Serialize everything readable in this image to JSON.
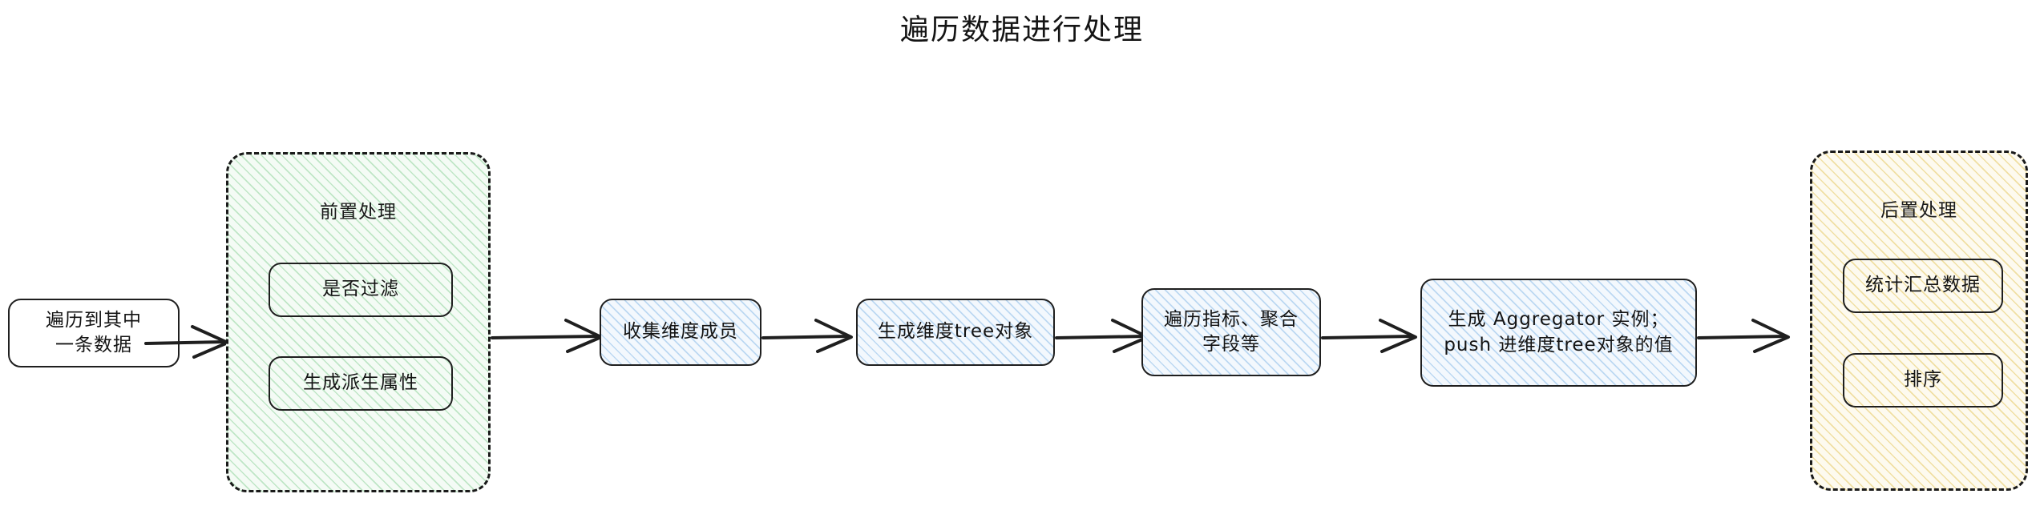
{
  "title": "遍历数据进行处理",
  "colors": {
    "stroke": "#1f1f1f",
    "green_hatch": "#bfe6c6",
    "green_fill": "#f4fbf5",
    "blue_hatch": "#bcd8f2",
    "blue_fill": "#f3f8fd",
    "yellow_hatch": "#f0dfa3",
    "yellow_fill": "#fdfaef",
    "background": "#ffffff"
  },
  "nodes": {
    "start": {
      "line1": "遍历到其中",
      "line2": "一条数据"
    },
    "collect_members": {
      "label": "收集维度成员"
    },
    "build_tree": {
      "label": "生成维度tree对象"
    },
    "iterate_metrics": {
      "line1": "遍历指标、聚合",
      "line2": "字段等"
    },
    "aggregator": {
      "line1": "生成 Aggregator 实例；",
      "line2": "push 进维度tree对象的值"
    }
  },
  "groups": {
    "pre": {
      "label": "前置处理",
      "items": [
        {
          "label": "是否过滤"
        },
        {
          "label": "生成派生属性"
        }
      ]
    },
    "post": {
      "label": "后置处理",
      "items": [
        {
          "label": "统计汇总数据"
        },
        {
          "label": "排序"
        }
      ]
    }
  },
  "arrows": [
    {
      "name": "arrow-start-to-pre"
    },
    {
      "name": "arrow-pre-to-collect"
    },
    {
      "name": "arrow-collect-to-tree"
    },
    {
      "name": "arrow-tree-to-metrics"
    },
    {
      "name": "arrow-metrics-to-aggregator"
    },
    {
      "name": "arrow-aggregator-to-post"
    }
  ]
}
